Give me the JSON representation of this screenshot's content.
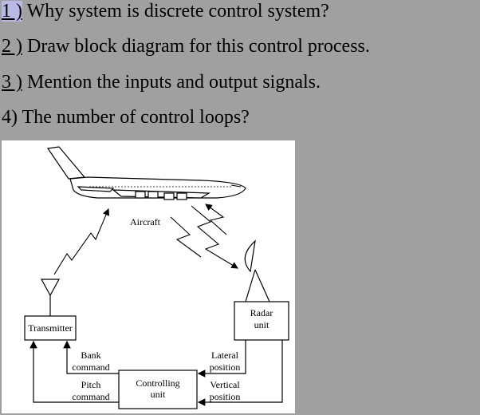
{
  "questions": [
    {
      "num": "1 )",
      "text": " Why system is discrete control system?"
    },
    {
      "num": "2 )",
      "text": " Draw block diagram for this control process."
    },
    {
      "num": "3 )",
      "text": " Mention the inputs and output signals."
    },
    {
      "num": "4)",
      "text": " The number of control loops?"
    }
  ],
  "diagram": {
    "aircraft": "Aircraft",
    "transmitter": "Transmitter",
    "radar_line1": "Radar",
    "radar_line2": "unit",
    "controlling_line1": "Controlling",
    "controlling_line2": "unit",
    "bank_line1": "Bank",
    "bank_line2": "command",
    "pitch_line1": "Pitch",
    "pitch_line2": "command",
    "lateral_line1": "Lateral",
    "lateral_line2": "position",
    "vertical_line1": "Vertical",
    "vertical_line2": "position"
  }
}
